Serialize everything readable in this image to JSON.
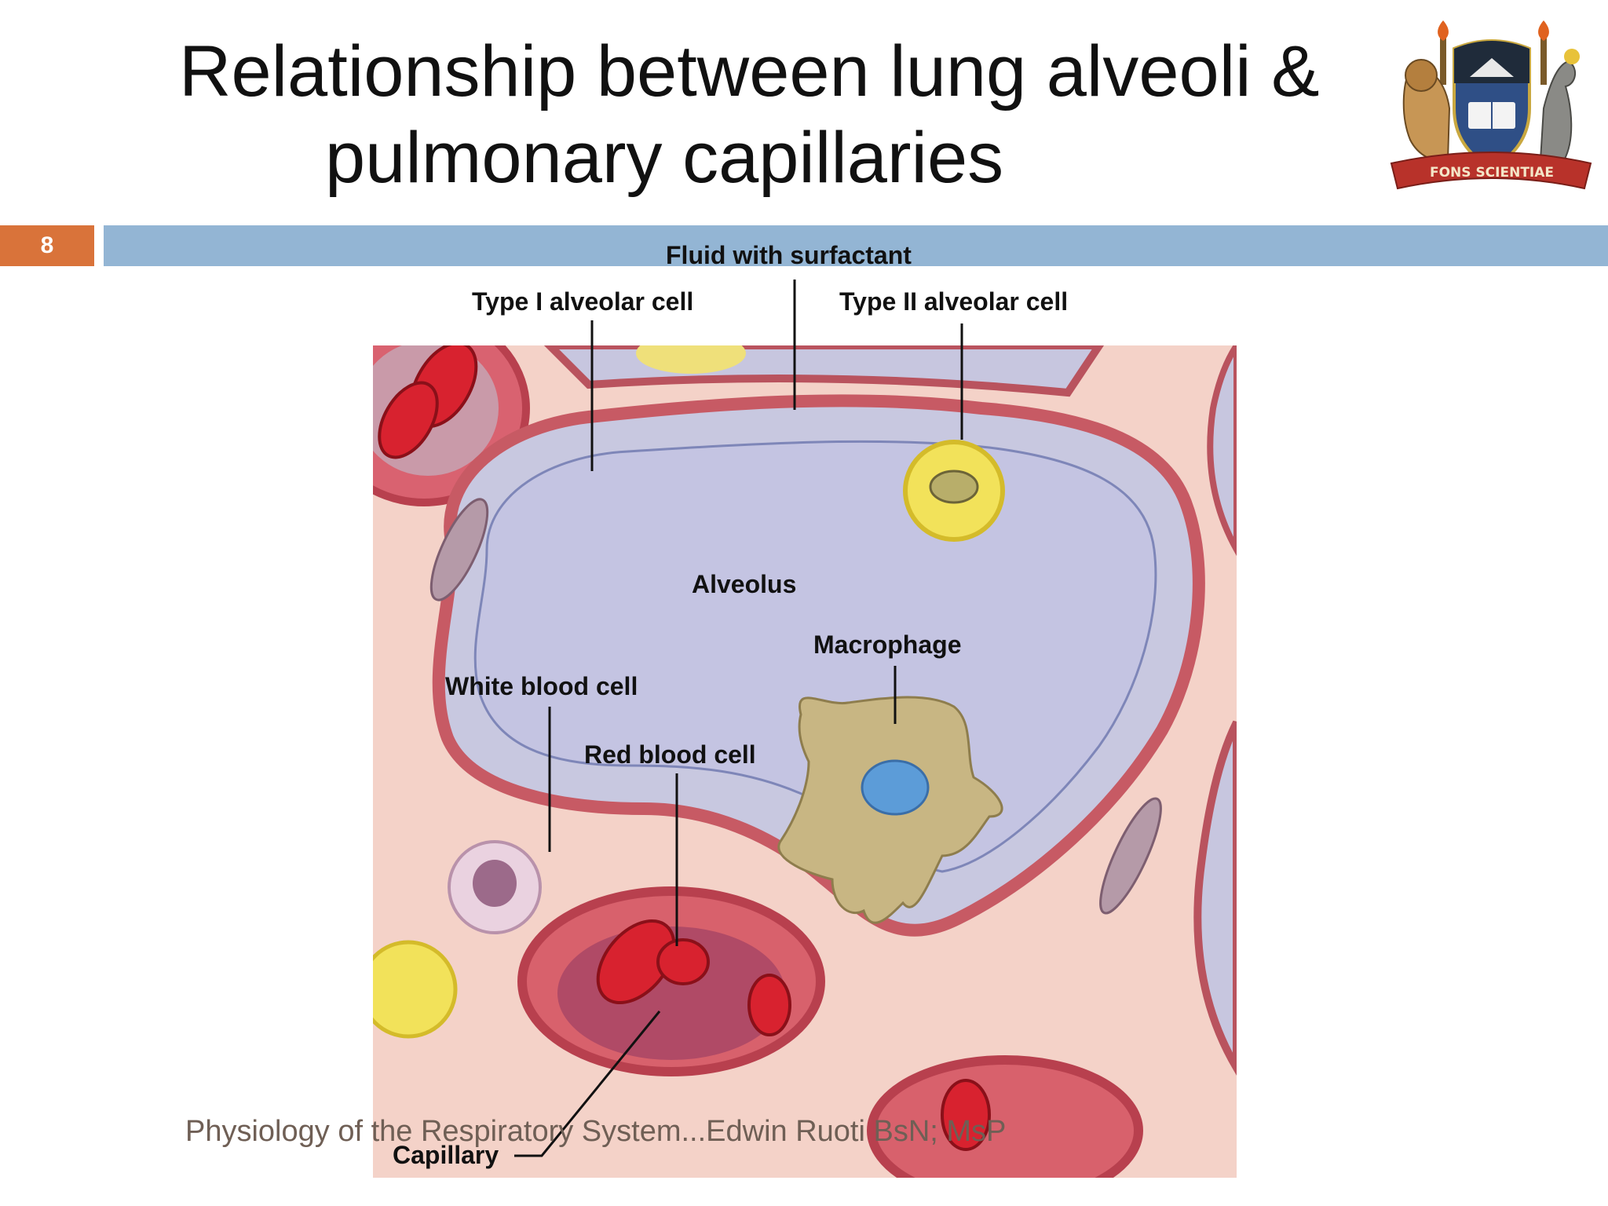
{
  "slide": {
    "title_line1": "Relationship between lung alveoli &",
    "title_line2": "pulmonary capillaries",
    "number": "8",
    "footer": "Physiology of the Respiratory System...Edwin Ruoti BsN; MsP"
  },
  "crest": {
    "motto": "FONS SCIENTIAE"
  },
  "figure": {
    "labels": {
      "fluid": "Fluid with surfactant",
      "type1": "Type I alveolar cell",
      "type2": "Type II alveolar cell",
      "alveolus": "Alveolus",
      "macrophage": "Macrophage",
      "wbc": "White blood cell",
      "rbc": "Red blood cell",
      "capillary": "Capillary"
    }
  },
  "colors": {
    "accent_orange": "#d9733a",
    "accent_blue_bar": "#93b5d4"
  }
}
